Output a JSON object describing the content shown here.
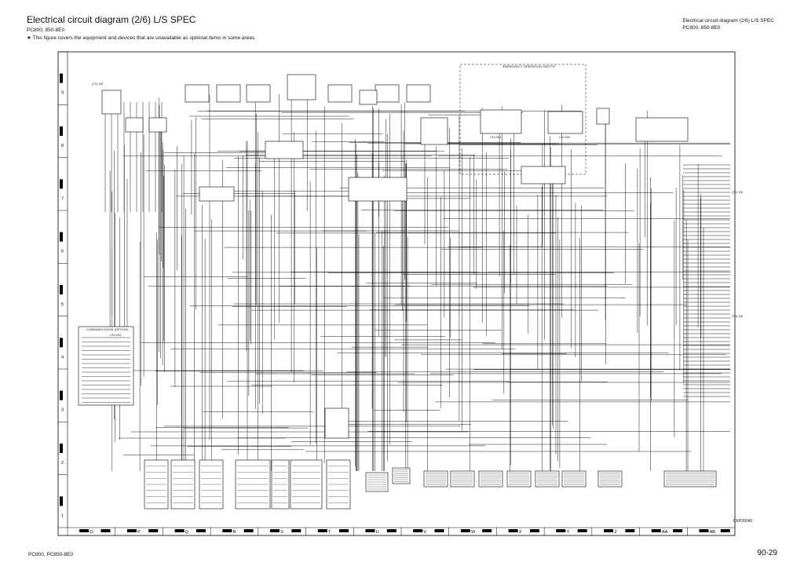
{
  "header": {
    "title": "Electrical circuit diagram (2/6) L/S SPEC",
    "model": "PC800, 850-8E0",
    "note": "★ This figure covers the equipment and devices that are unavailable as optional items in some areas."
  },
  "header_right": {
    "title": "Electrical circuit diagram (2/6) L/S SPEC",
    "model": "PC800, 850-8E0"
  },
  "footer": {
    "left": "PC800, PC850-8E0",
    "page": "90-29",
    "code": "CKP20040"
  },
  "diagram": {
    "row_labels": [
      "9",
      "8",
      "7",
      "6",
      "5",
      "4",
      "3",
      "2",
      "1"
    ],
    "column_labels": [
      "O",
      "P",
      "Q",
      "R",
      "S",
      "T",
      "U",
      "V",
      "W",
      "X",
      "Y",
      "Z",
      "AA",
      "AB"
    ],
    "box_titles": [
      "EMERGENCY OPERATION SWITCH",
      "COMMUNICATION (OPTION)"
    ],
    "connectors": [
      "CN-S01",
      "CN-S02",
      "CN-S03"
    ],
    "refs": [
      "(T1) 4/6",
      "(T1) 5/6",
      "(T2) 5/6"
    ]
  }
}
